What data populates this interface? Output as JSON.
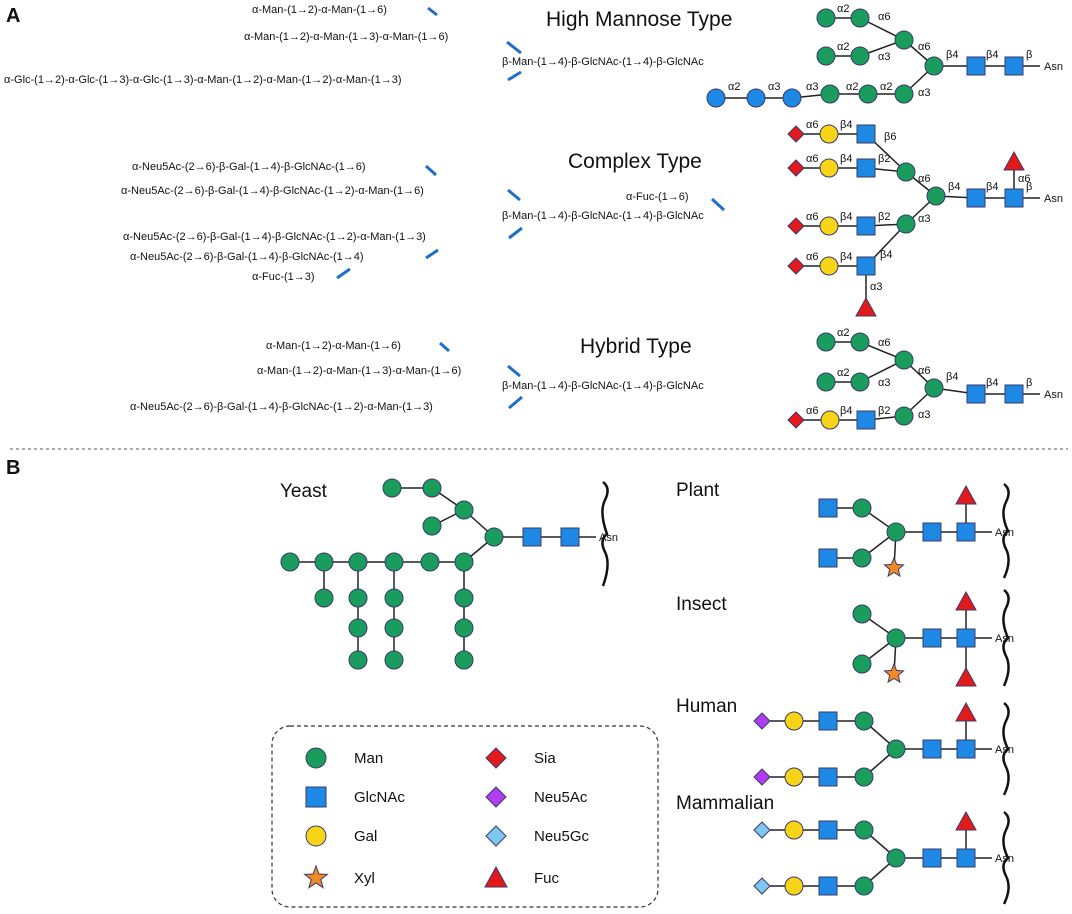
{
  "panel_a_label": "A",
  "panel_b_label": "B",
  "high_mannose": {
    "title": "High Mannose Type",
    "lines": [
      "α-Man-(1→2)-α-Man-(1→6)",
      "α-Man-(1→2)-α-Man-(1→3)-α-Man-(1→6)",
      "β-Man-(1→4)-β-GlcNAc-(1→4)-β-GlcNAc",
      "α-Glc-(1→2)-α-Glc-(1→3)-α-Glc-(1→3)-α-Man-(1→2)-α-Man-(1→2)-α-Man-(1→3)"
    ],
    "annotations": [
      "α2",
      "α6",
      "α2",
      "α3",
      "α6",
      "β4",
      "β4",
      "β",
      "α2",
      "α3",
      "α3",
      "α2",
      "α2",
      "α3"
    ],
    "asn": "Asn"
  },
  "complex": {
    "title": "Complex Type",
    "lines": [
      "α-Neu5Ac-(2→6)-β-Gal-(1→4)-β-GlcNAc-(1→6)",
      "α-Neu5Ac-(2→6)-β-Gal-(1→4)-β-GlcNAc-(1→2)-α-Man-(1→6)",
      "α-Fuc-(1→6)",
      "β-Man-(1→4)-β-GlcNAc-(1→4)-β-GlcNAc",
      "α-Neu5Ac-(2→6)-β-Gal-(1→4)-β-GlcNAc-(1→2)-α-Man-(1→3)",
      "α-Neu5Ac-(2→6)-β-Gal-(1→4)-β-GlcNAc-(1→4)",
      "α-Fuc-(1→3)"
    ],
    "annotations": [
      "α6",
      "β4",
      "β6",
      "α6",
      "β4",
      "β2",
      "α6",
      "β4",
      "β4",
      "α6",
      "β",
      "α6",
      "β4",
      "β2",
      "α3",
      "α6",
      "β4",
      "β4",
      "α3"
    ],
    "asn": "Asn"
  },
  "hybrid": {
    "title": "Hybrid Type",
    "lines": [
      "α-Man-(1→2)-α-Man-(1→6)",
      "α-Man-(1→2)-α-Man-(1→3)-α-Man-(1→6)",
      "β-Man-(1→4)-β-GlcNAc-(1→4)-β-GlcNAc",
      "α-Neu5Ac-(2→6)-β-Gal-(1→4)-β-GlcNAc-(1→2)-α-Man-(1→3)"
    ],
    "annotations": [
      "α2",
      "α6",
      "α2",
      "α3",
      "α6",
      "β4",
      "β4",
      "β",
      "α6",
      "β4",
      "β2",
      "α3"
    ],
    "asn": "Asn"
  },
  "species": {
    "yeast": "Yeast",
    "plant": "Plant",
    "insect": "Insect",
    "human": "Human",
    "mammalian": "Mammalian",
    "asn": "Asn"
  },
  "legend": {
    "items": [
      {
        "label": "Man",
        "shape": "circle",
        "color": "#1a9d5c"
      },
      {
        "label": "GlcNAc",
        "shape": "square",
        "color": "#1e88e5"
      },
      {
        "label": "Gal",
        "shape": "circle",
        "color": "#f7d417"
      },
      {
        "label": "Xyl",
        "shape": "star",
        "color": "#f08a24"
      },
      {
        "label": "Sia",
        "shape": "diamond",
        "color": "#e31a1c"
      },
      {
        "label": "Neu5Ac",
        "shape": "diamond",
        "color": "#b23cf0"
      },
      {
        "label": "Neu5Gc",
        "shape": "diamond",
        "color": "#7ec8ef"
      },
      {
        "label": "Fuc",
        "shape": "triangle",
        "color": "#e31a1c"
      }
    ]
  },
  "colors": {
    "man": "#1a9d5c",
    "glcnac": "#1e88e5",
    "gal": "#f7d417",
    "glc": "#1e88e5",
    "xyl": "#f08a24",
    "sia": "#e31a1c",
    "neu5ac": "#b23cf0",
    "neu5gc": "#7ec8ef",
    "fuc": "#e31a1c",
    "link_bar": "#1e6fc9",
    "outline": "#3a3a6a"
  }
}
